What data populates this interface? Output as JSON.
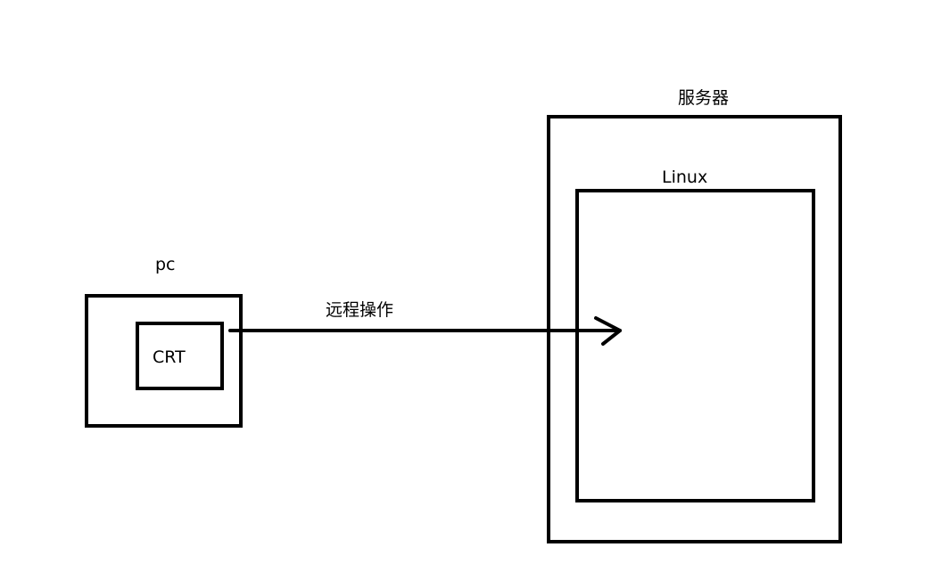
{
  "diagram": {
    "nodes": {
      "pc": {
        "label": "pc"
      },
      "crt": {
        "label": "CRT"
      },
      "server": {
        "label": "服务器"
      },
      "linux": {
        "label": "Linux"
      }
    },
    "edges": [
      {
        "from": "crt",
        "to": "linux",
        "label": "远程操作"
      }
    ]
  },
  "colors": {
    "stroke": "#000000",
    "background": "#ffffff"
  }
}
